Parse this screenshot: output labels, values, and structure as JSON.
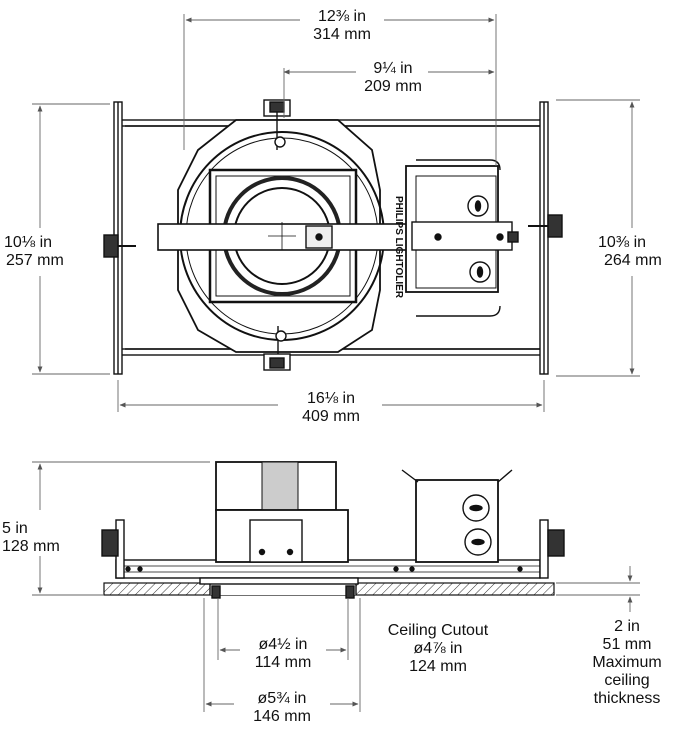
{
  "top_view": {
    "dim_top_outer": {
      "in": "12⅜ in",
      "mm": "314 mm"
    },
    "dim_top_inner": {
      "in": "9¼ in",
      "mm": "209 mm"
    },
    "dim_left": {
      "in": "10⅛ in",
      "mm": "257 mm"
    },
    "dim_right": {
      "in": "10⅜ in",
      "mm": "264 mm"
    },
    "dim_bottom": {
      "in": "16⅛ in",
      "mm": "409 mm"
    },
    "housing_mark": "PHILIPS LIGHTOLIER"
  },
  "side_view": {
    "dim_height": {
      "in": "5 in",
      "mm": "128 mm"
    },
    "dim_aperture": {
      "in": "ø4½ in",
      "mm": "114 mm"
    },
    "dim_flange": {
      "in": "ø5¾ in",
      "mm": "146 mm"
    },
    "ceiling_cutout": {
      "title": "Ceiling Cutout",
      "in": "ø4⅞ in",
      "mm": "124 mm"
    },
    "ceiling_thickness": {
      "in": "2 in",
      "mm": "51 mm",
      "line1": "Maximum",
      "line2": "ceiling",
      "line3": "thickness"
    }
  }
}
